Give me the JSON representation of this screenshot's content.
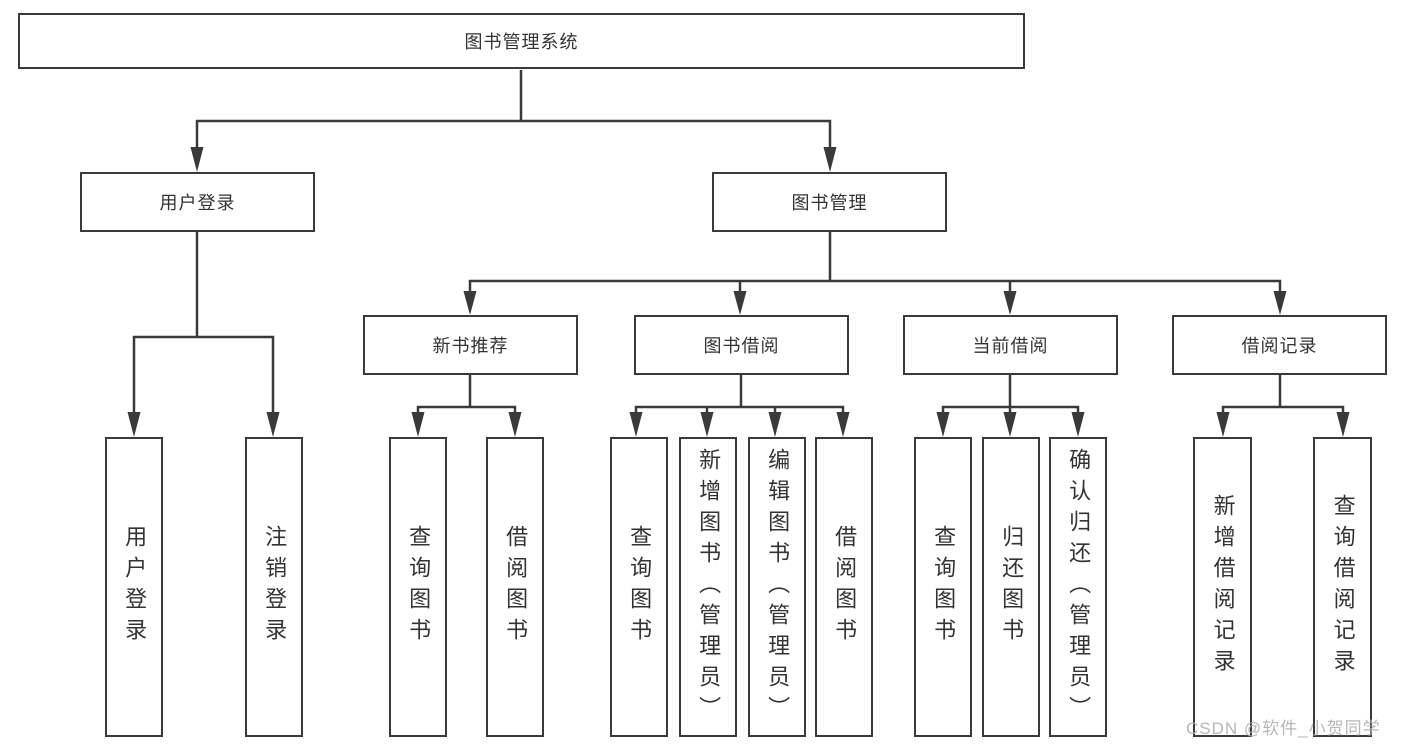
{
  "diagram_title": "图书管理系统",
  "watermark": "CSDN @软件_小贺同学",
  "colors": {
    "line": "#3a3a3a",
    "box_border": "#3a3a3a",
    "text": "#333333",
    "watermark": "#afafaf",
    "background": "#ffffff"
  },
  "tree": {
    "root": {
      "label": "图书管理系统"
    },
    "branches": [
      {
        "label": "用户登录",
        "children": [
          {
            "label": "用户登录"
          },
          {
            "label": "注销登录"
          }
        ]
      },
      {
        "label": "图书管理",
        "sections": [
          {
            "label": "新书推荐",
            "children": [
              {
                "label": "查询图书"
              },
              {
                "label": "借阅图书"
              }
            ]
          },
          {
            "label": "图书借阅",
            "children": [
              {
                "label": "查询图书"
              },
              {
                "label": "新增图书（管理员）"
              },
              {
                "label": "编辑图书（管理员）"
              },
              {
                "label": "借阅图书"
              }
            ]
          },
          {
            "label": "当前借阅",
            "children": [
              {
                "label": "查询图书"
              },
              {
                "label": "归还图书"
              },
              {
                "label": "确认归还（管理员）"
              }
            ]
          },
          {
            "label": "借阅记录",
            "children": [
              {
                "label": "新增借阅记录"
              },
              {
                "label": "查询借阅记录"
              }
            ]
          }
        ]
      }
    ]
  }
}
